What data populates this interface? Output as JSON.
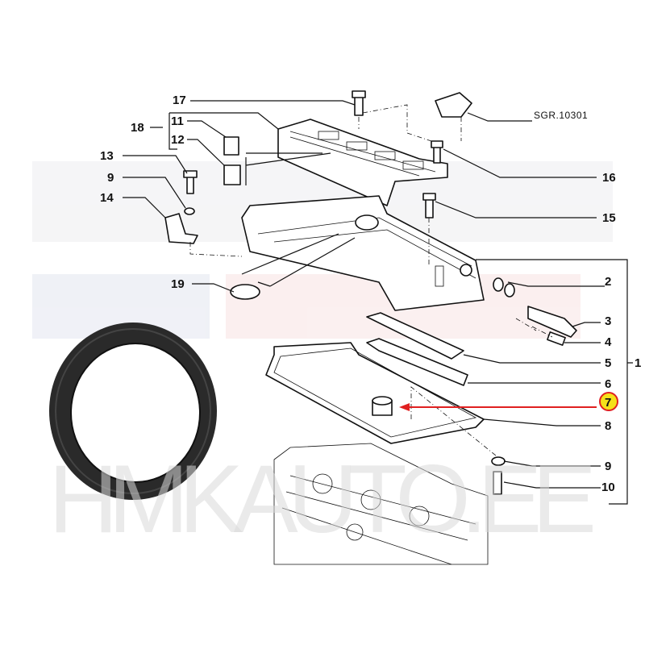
{
  "diagram": {
    "watermark": "HMKAUTO.EE",
    "reference_code": "SGR.10301",
    "highlight_color": "#e02020",
    "highlight_badge_fill": "#f5e11a",
    "callouts": {
      "c1": "1",
      "c2": "2",
      "c3": "3",
      "c4": "4",
      "c5": "5",
      "c6": "6",
      "c7": "7",
      "c8": "8",
      "c9a": "9",
      "c9b": "9",
      "c10": "10",
      "c11": "11",
      "c12": "12",
      "c13": "13",
      "c14": "14",
      "c15": "15",
      "c16": "16",
      "c17": "17",
      "c18": "18",
      "c19": "19"
    }
  }
}
